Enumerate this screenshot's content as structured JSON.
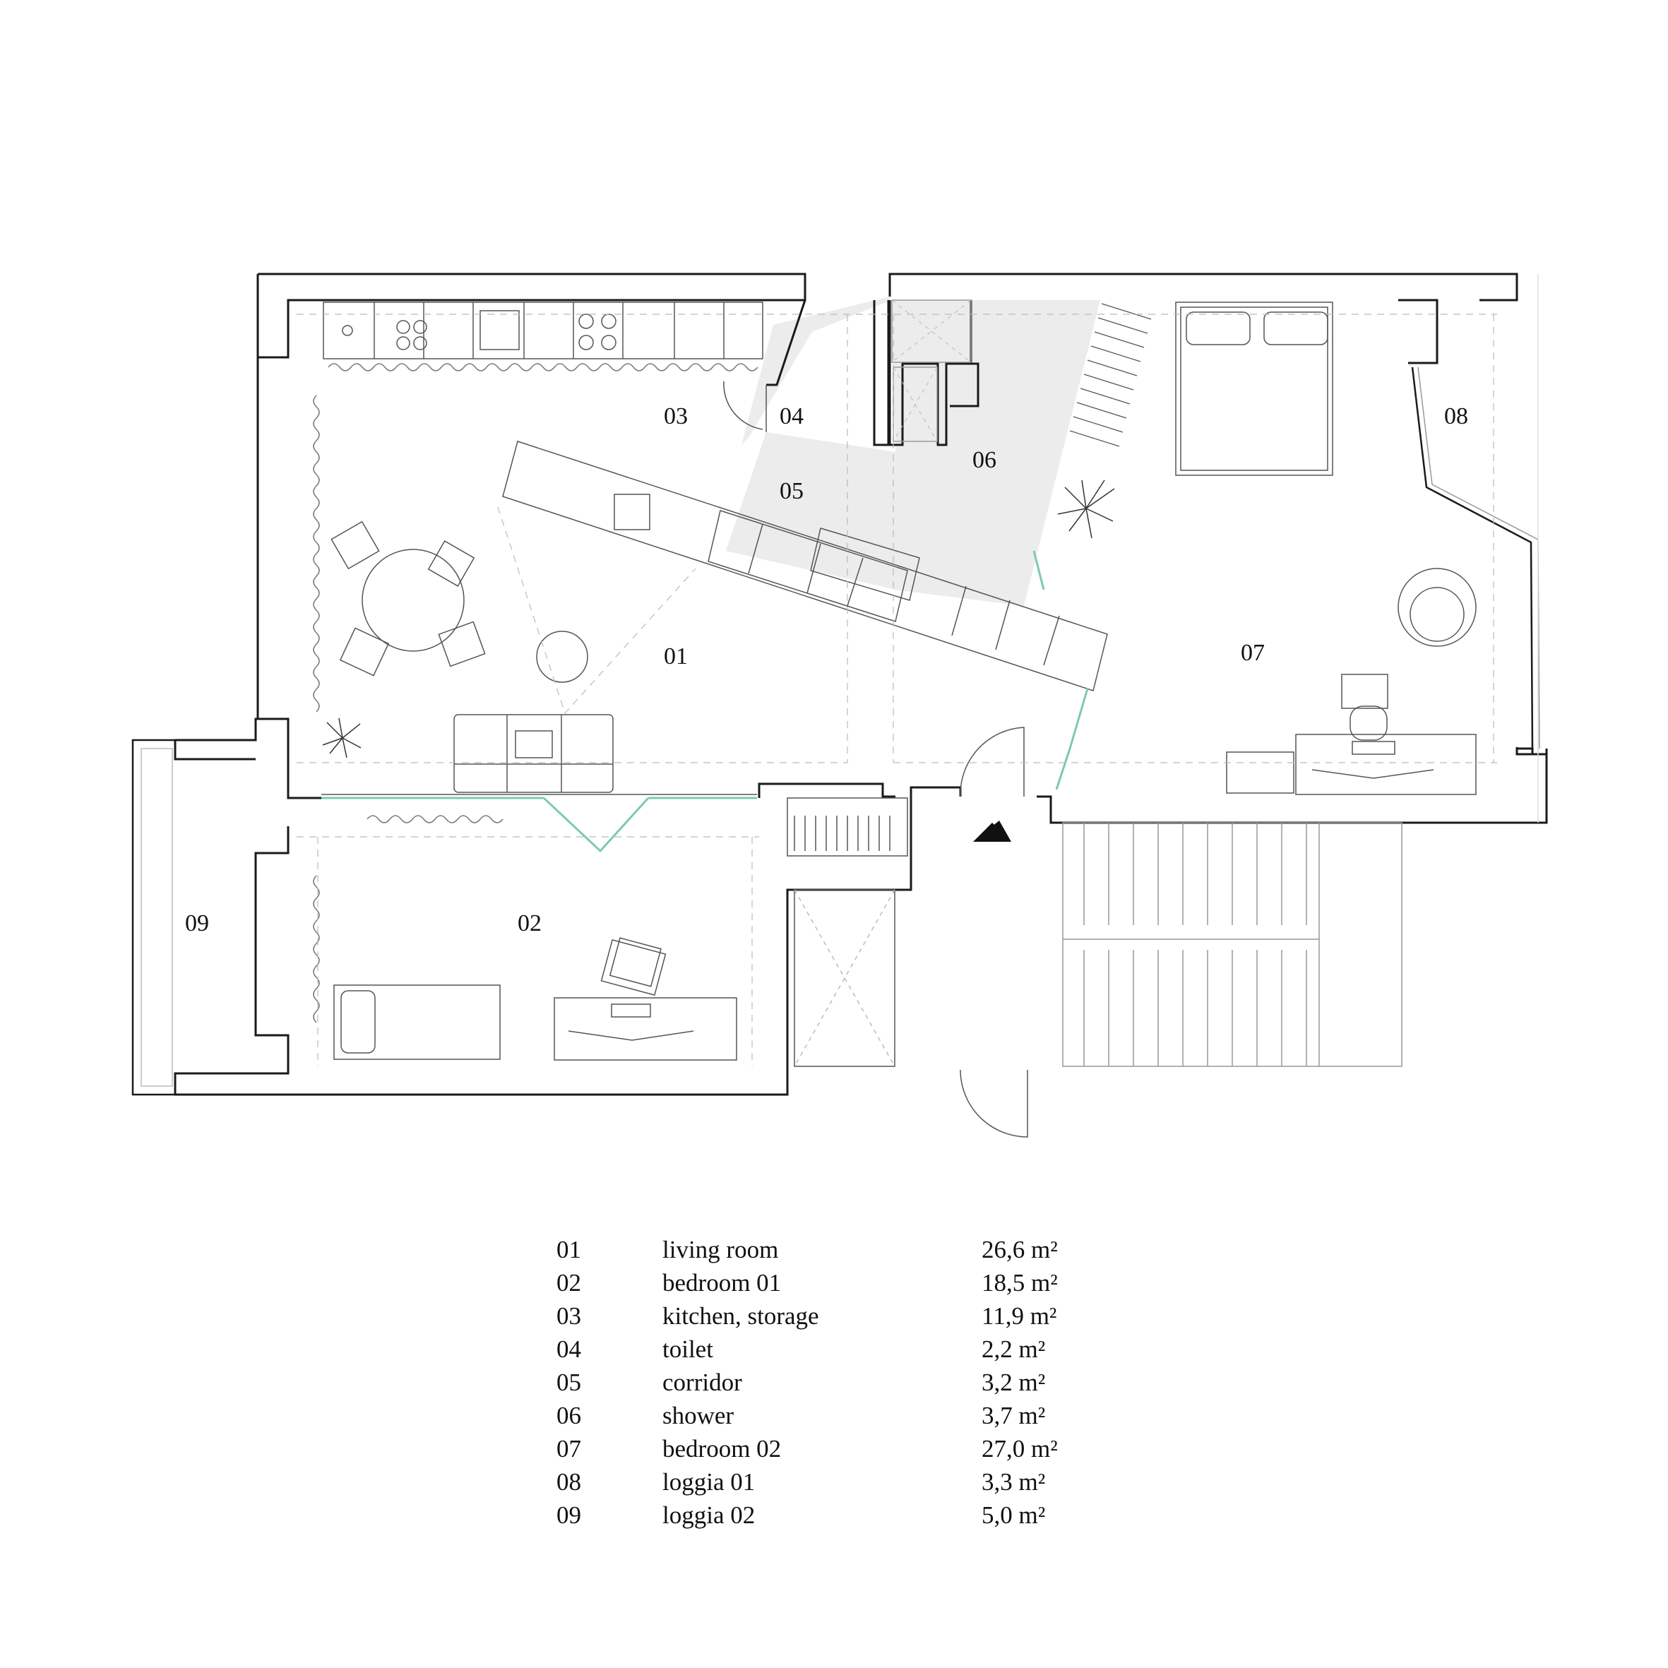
{
  "plan": {
    "entrance_marker": "triangle",
    "room_labels": {
      "r01": "01",
      "r02": "02",
      "r03": "03",
      "r04": "04",
      "r05": "05",
      "r06": "06",
      "r07": "07",
      "r08": "08",
      "r09": "09"
    }
  },
  "legend": {
    "rows": [
      {
        "num": "01",
        "name": "living room",
        "area": "26,6 m²"
      },
      {
        "num": "02",
        "name": "bedroom 01",
        "area": "18,5 m²"
      },
      {
        "num": "03",
        "name": "kitchen, storage",
        "area": "11,9 m²"
      },
      {
        "num": "04",
        "name": "toilet",
        "area": "2,2 m²"
      },
      {
        "num": "05",
        "name": "corridor",
        "area": "3,2 m²"
      },
      {
        "num": "06",
        "name": "shower",
        "area": "3,7 m²"
      },
      {
        "num": "07",
        "name": "bedroom 02",
        "area": "27,0 m²"
      },
      {
        "num": "08",
        "name": "loggia 01",
        "area": "3,3 m²"
      },
      {
        "num": "09",
        "name": "loggia 02",
        "area": "5,0 m²"
      }
    ]
  },
  "colors": {
    "wall": "#1a1a1a",
    "thin_line": "#9a9a9a",
    "wet_zone": "#ededed",
    "glazing_accent": "#7cc9b4"
  }
}
